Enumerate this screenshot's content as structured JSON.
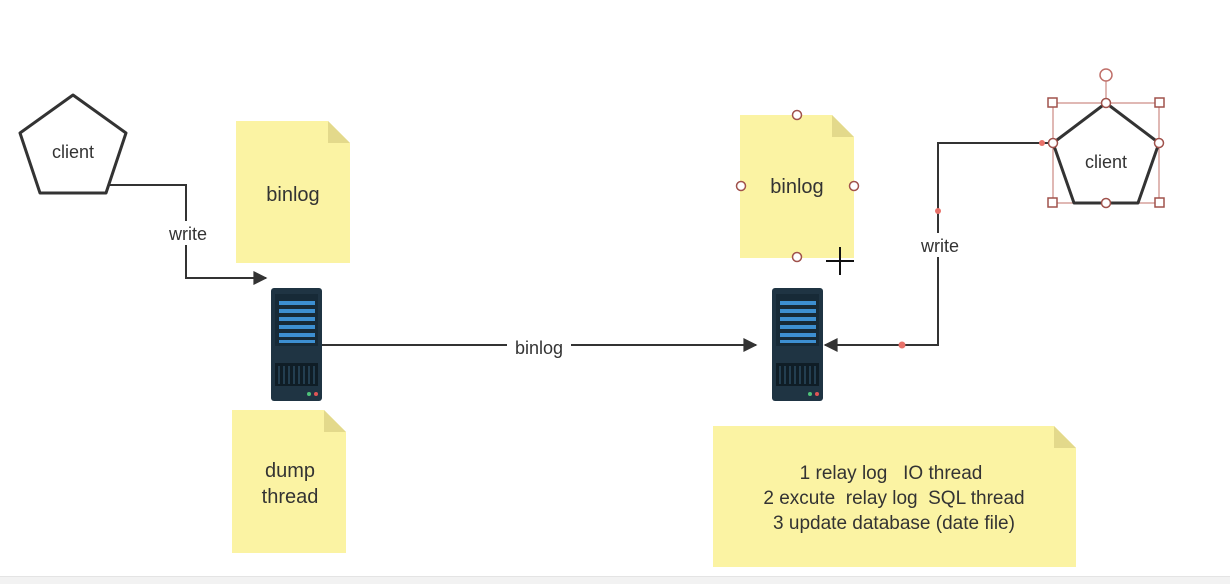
{
  "nodes": {
    "client_left": "client",
    "client_right": "client",
    "binlog_left": "binlog",
    "binlog_right": "binlog",
    "dump_thread": [
      "dump",
      "thread"
    ],
    "steps": [
      "1 relay log   IO thread",
      "2 excute  relay log  SQL thread",
      "3 update database (date file)"
    ]
  },
  "edges": {
    "write_left": "write",
    "write_right": "write",
    "binlog_transfer": "binlog"
  },
  "colors": {
    "note_fill": "#fbf3a3",
    "note_fold": "#e3d98b",
    "stroke": "#333333",
    "server_body": "#1f3443",
    "server_slot": "#3d8fd1",
    "selection": "#c0706a"
  }
}
